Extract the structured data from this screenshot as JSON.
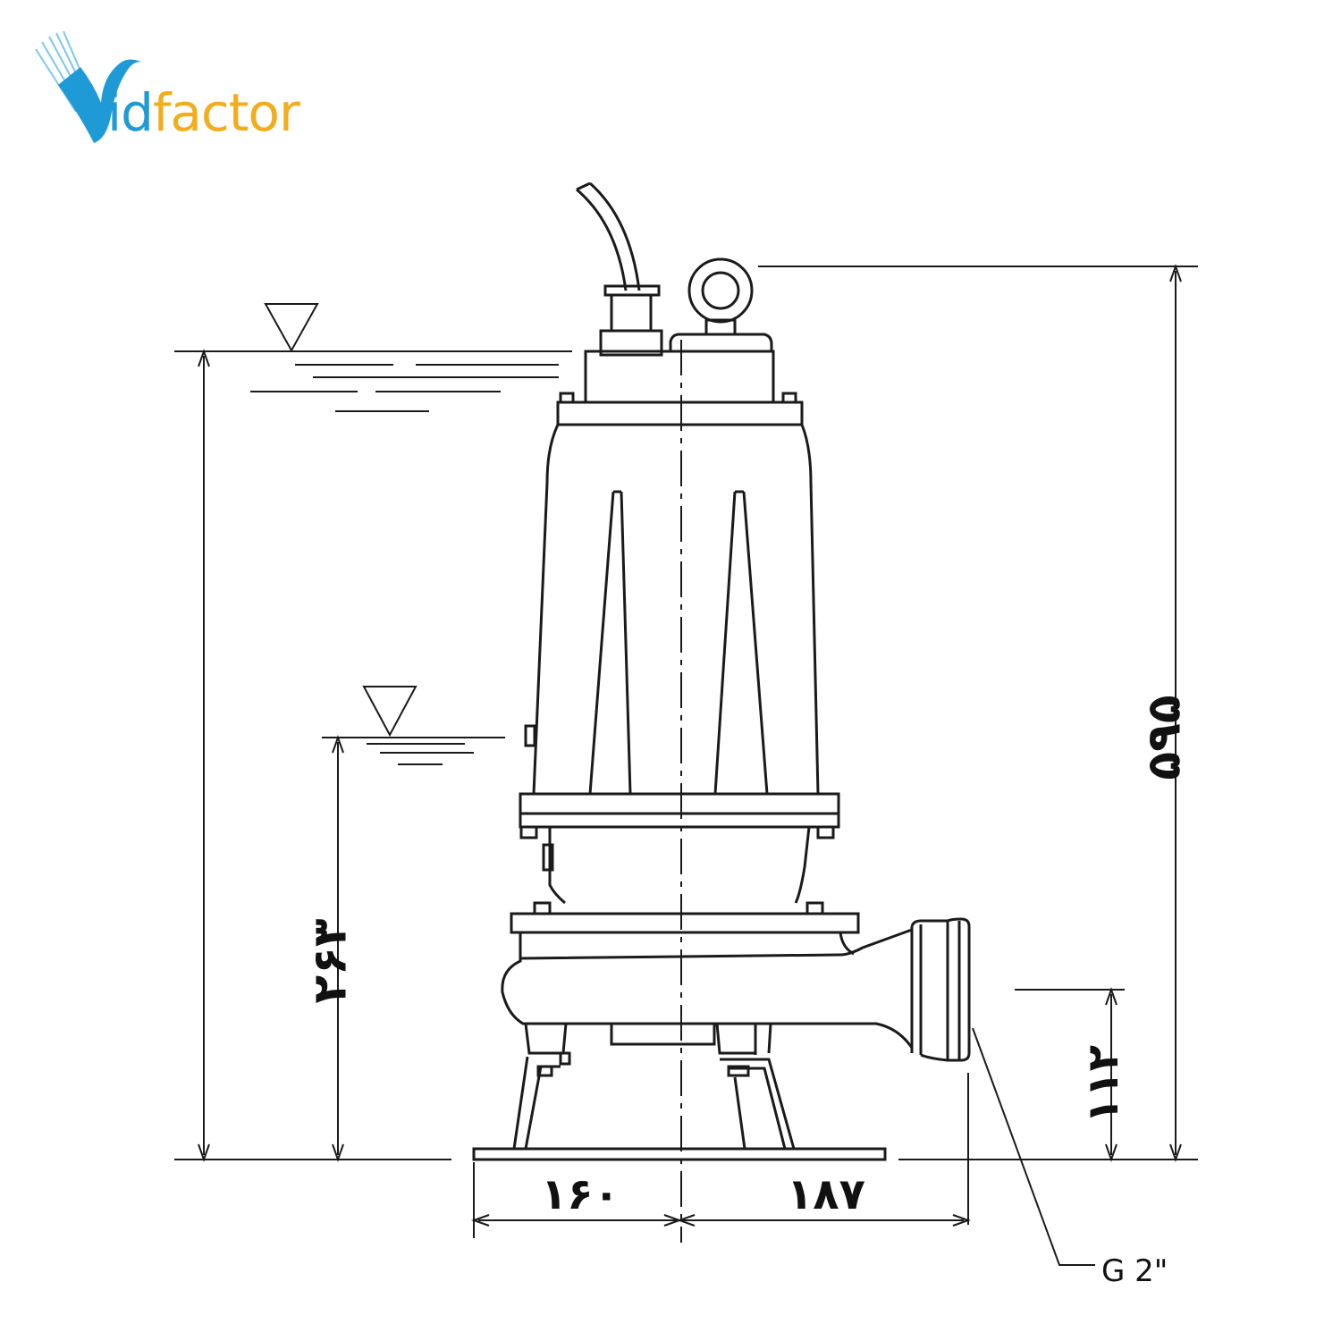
{
  "logo": {
    "brand": "Vidfactor",
    "prefix": "id",
    "suffix": "factor",
    "blue": "#1e9ad6",
    "orange": "#f2ad1c"
  },
  "dimensions": {
    "total_height": "۵۹۵",
    "min_water_level": "۲۶۳",
    "discharge_height": "۱۱۲",
    "left_width": "۱۶۰",
    "right_width": "۱۸۷"
  },
  "discharge_label": "G 2\""
}
